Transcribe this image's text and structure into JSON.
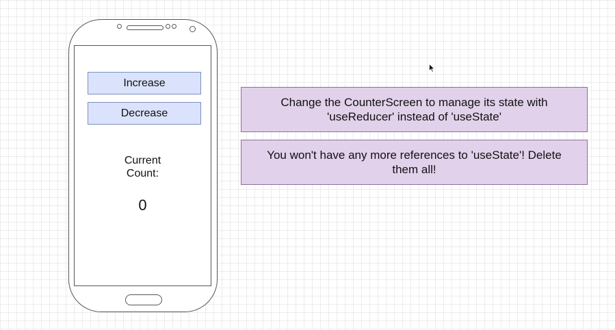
{
  "phone": {
    "increase_label": "Increase",
    "decrease_label": "Decrease",
    "count_label_line1": "Current",
    "count_label_line2": "Count:",
    "count_value": "0"
  },
  "notes": [
    {
      "line1": "Change the CounterScreen to manage its state with",
      "line2": "'useReducer' instead of 'useState'"
    },
    {
      "line1": "You won't have any more references to 'useState'!  Delete",
      "line2": "them all!"
    }
  ],
  "colors": {
    "button_fill": "#dae3fb",
    "note_fill": "#e2d1ea",
    "grid": "#ececec"
  }
}
